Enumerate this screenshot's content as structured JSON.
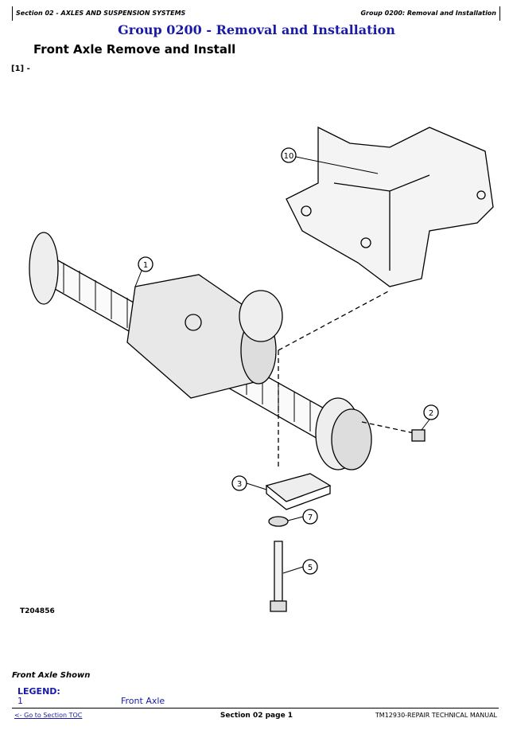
{
  "header": {
    "section": "Section 02 - AXLES AND SUSPENSION SYSTEMS",
    "group": "Group 0200: Removal and Installation"
  },
  "title": "Group 0200 - Removal and Installation",
  "heading": "Front Axle Remove and Install",
  "ref": "[1] -",
  "figure": {
    "id": "T204856",
    "callouts": [
      "10",
      "1",
      "2",
      "3",
      "7",
      "5"
    ]
  },
  "caption": "Front Axle Shown",
  "legend": {
    "title": "LEGEND:",
    "items": [
      {
        "num": "1",
        "label": "Front Axle"
      }
    ]
  },
  "footer": {
    "toc_link": "<- Go to Section TOC",
    "page": "Section 02 page 1",
    "manual": "TM12930-REPAIR TECHNICAL MANUAL"
  }
}
